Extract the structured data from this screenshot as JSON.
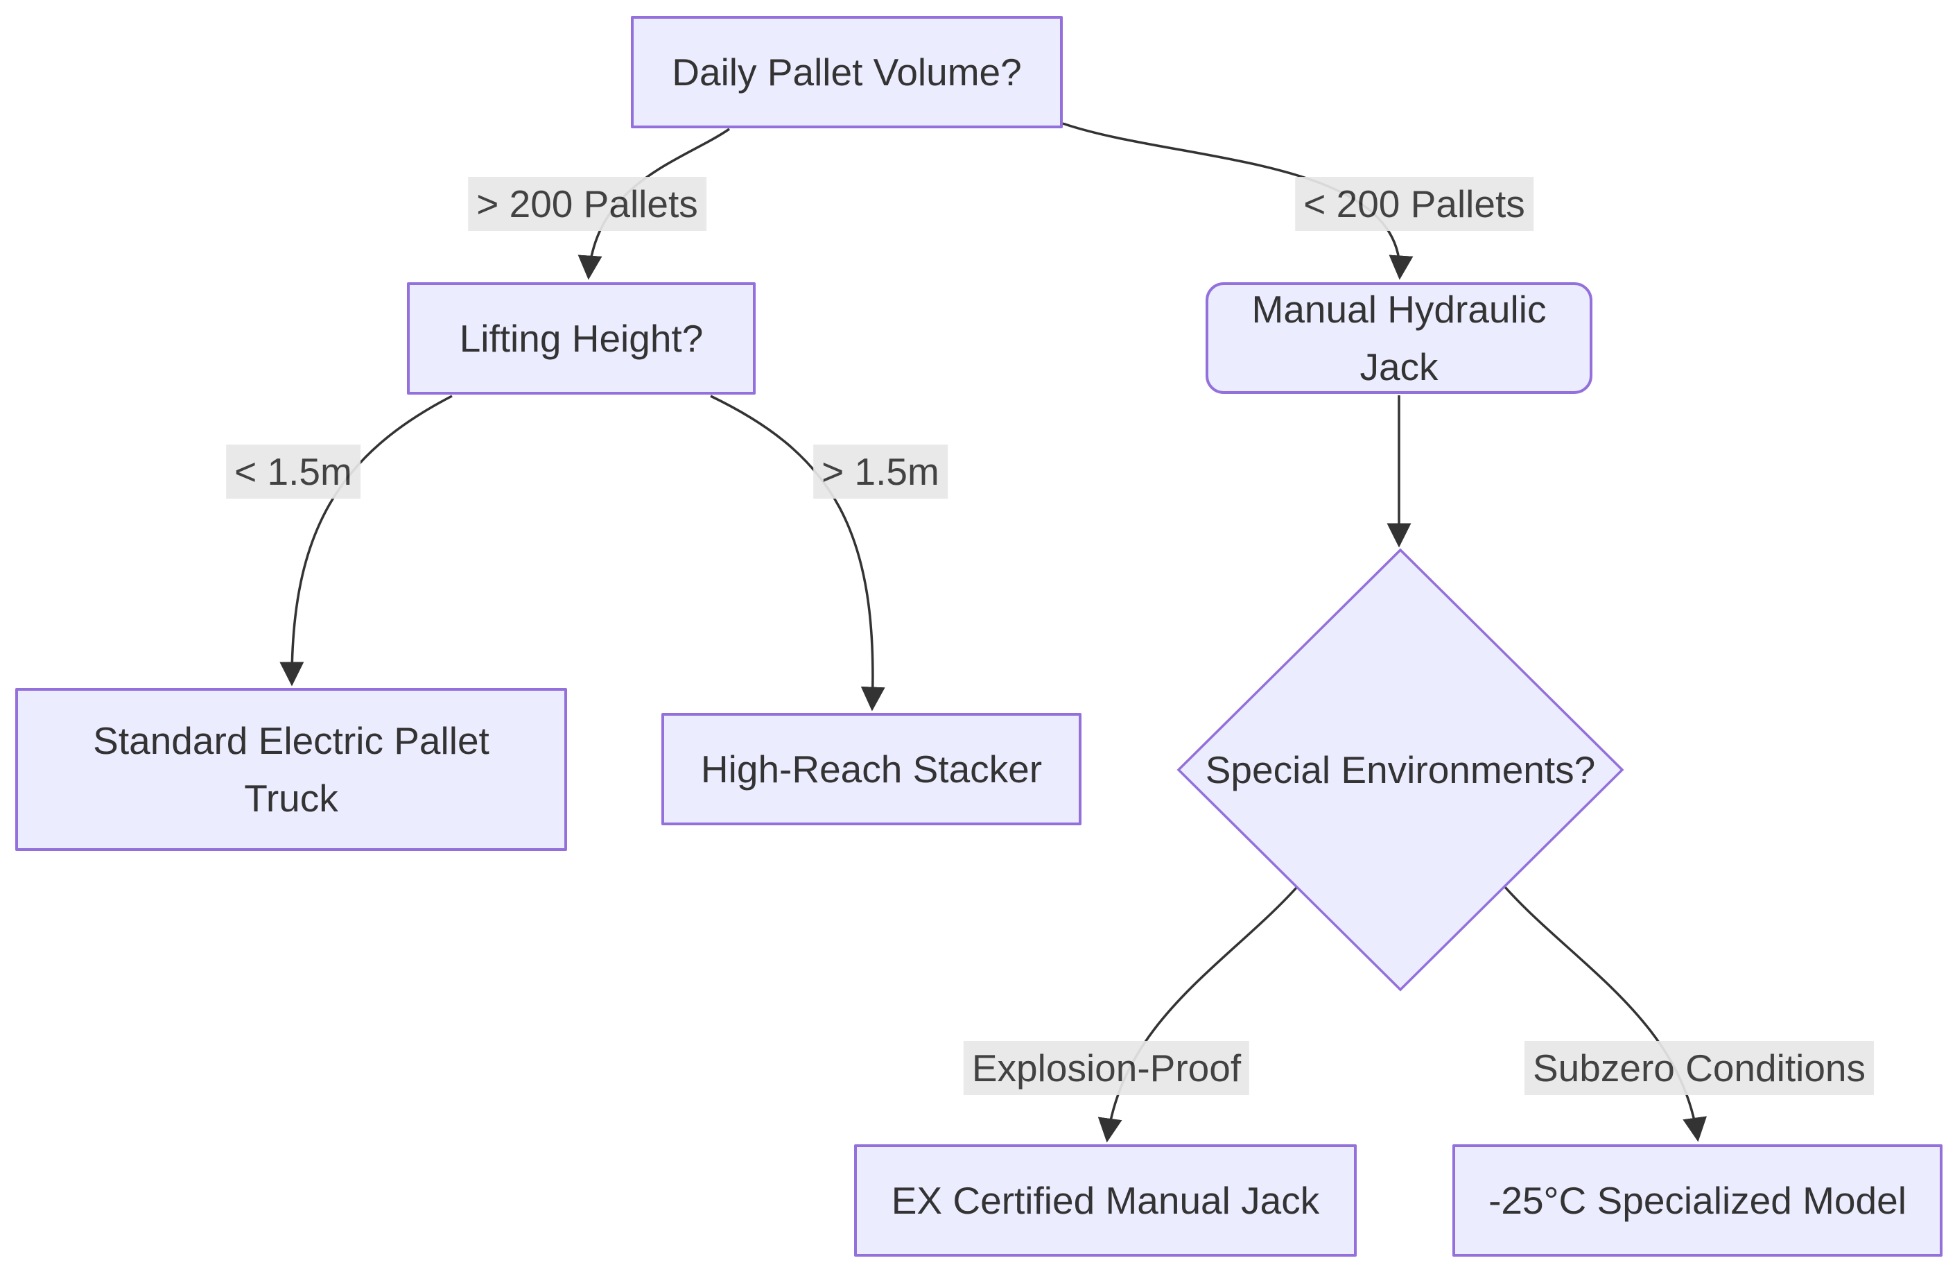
{
  "diagram": {
    "type": "flowchart-decision-tree",
    "direction": "top-down",
    "colors": {
      "node_fill": "#ECECFF",
      "node_border": "#9370DB",
      "edge": "#333333",
      "text": "#333333",
      "edge_label_bg": "#e8e8e8",
      "background": "#ffffff"
    },
    "nodes": [
      {
        "id": "daily",
        "label": "Daily Pallet Volume?",
        "shape": "rect"
      },
      {
        "id": "lifting",
        "label": "Lifting Height?",
        "shape": "rect"
      },
      {
        "id": "manual",
        "label": "Manual Hydraulic Jack",
        "shape": "rounded-rect"
      },
      {
        "id": "standard",
        "label": "Standard Electric Pallet Truck",
        "shape": "rect"
      },
      {
        "id": "highreach",
        "label": "High-Reach Stacker",
        "shape": "rect"
      },
      {
        "id": "special",
        "label": "Special Environments?",
        "shape": "diamond"
      },
      {
        "id": "ex",
        "label": "EX Certified Manual Jack",
        "shape": "rect"
      },
      {
        "id": "subzero_model",
        "label": "-25°C Specialized Model",
        "shape": "rect"
      }
    ],
    "edges": [
      {
        "from": "daily",
        "to": "lifting",
        "label": "> 200 Pallets"
      },
      {
        "from": "daily",
        "to": "manual",
        "label": "< 200 Pallets"
      },
      {
        "from": "lifting",
        "to": "standard",
        "label": "< 1.5m"
      },
      {
        "from": "lifting",
        "to": "highreach",
        "label": "> 1.5m"
      },
      {
        "from": "manual",
        "to": "special",
        "label": ""
      },
      {
        "from": "special",
        "to": "ex",
        "label": "Explosion-Proof"
      },
      {
        "from": "special",
        "to": "subzero_model",
        "label": "Subzero Conditions"
      }
    ]
  }
}
